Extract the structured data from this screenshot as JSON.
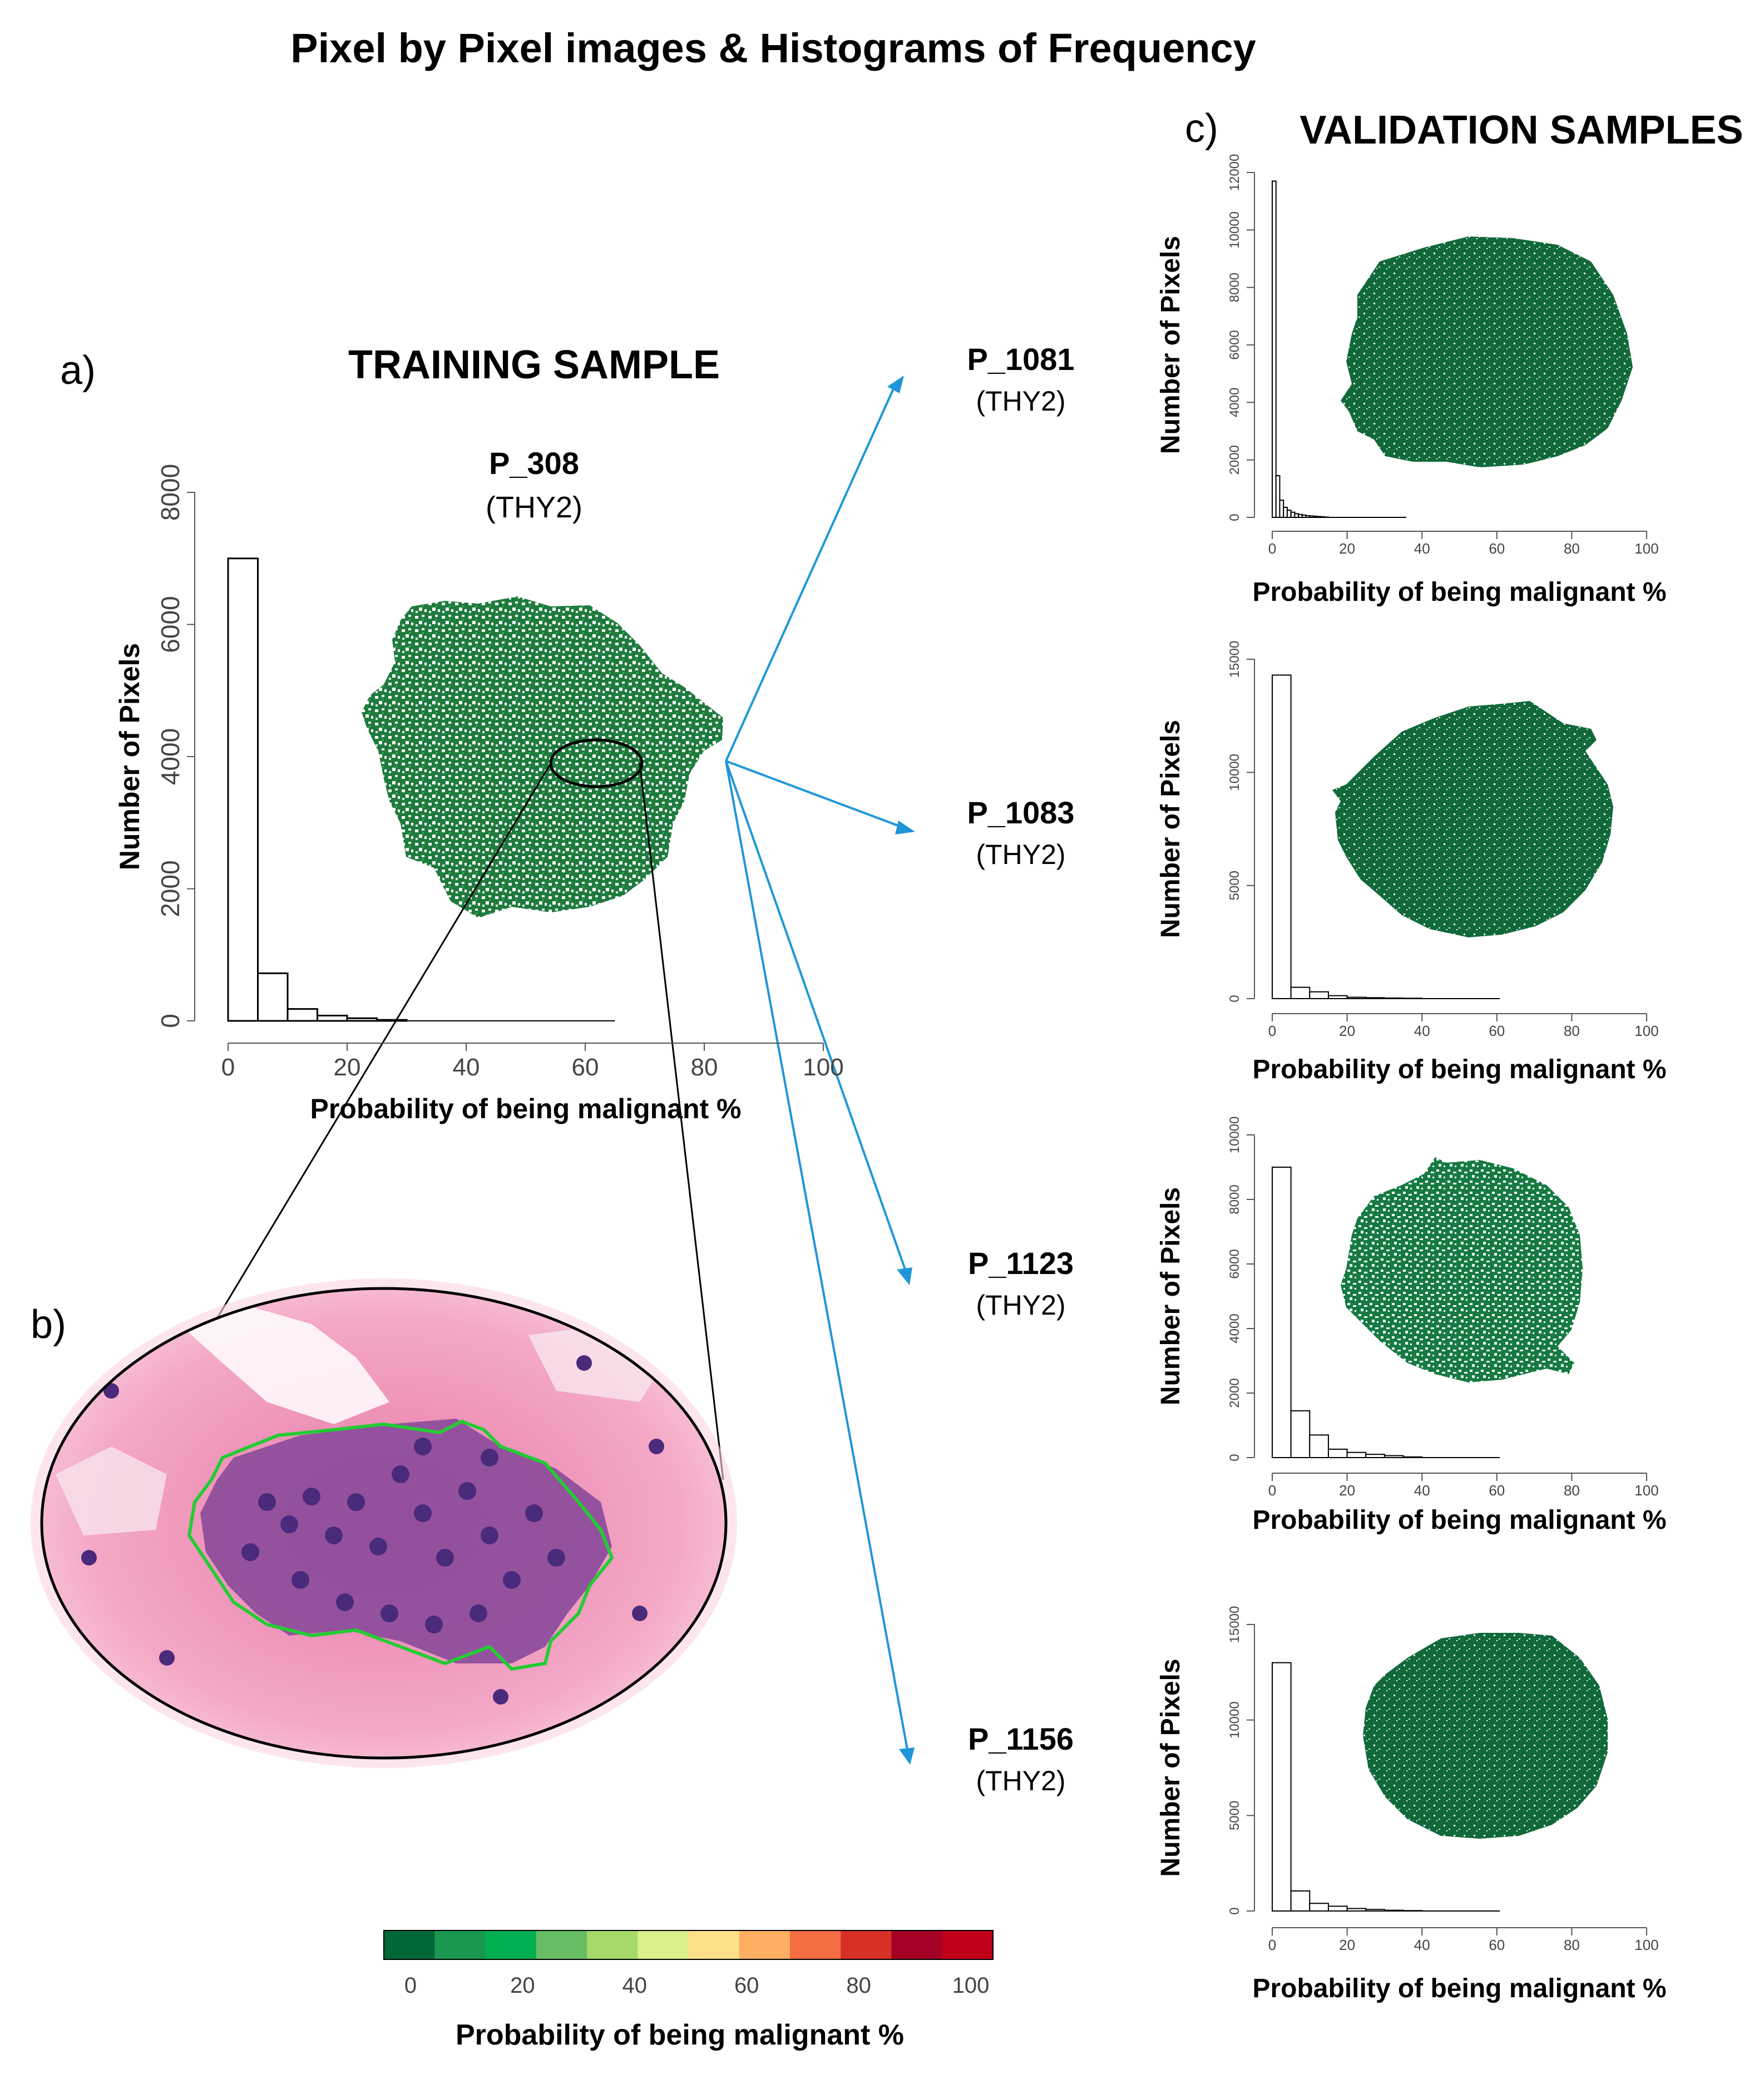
{
  "title": "Pixel by Pixel images & Histograms of Frequency",
  "panel_labels": {
    "a": "a)",
    "b": "b)",
    "c": "c)"
  },
  "section_titles": {
    "training": "TRAINING SAMPLE",
    "validation": "VALIDATION SAMPLES"
  },
  "training_sample": {
    "id": "P_308",
    "class": "(THY2)"
  },
  "validation_samples": [
    {
      "id": "P_1081",
      "class": "(THY2)"
    },
    {
      "id": "P_1083",
      "class": "(THY2)"
    },
    {
      "id": "P_1123",
      "class": "(THY2)"
    },
    {
      "id": "P_1156",
      "class": "(THY2)"
    }
  ],
  "colors": {
    "pixel_green": "#1f7a3e",
    "pixel_dark_green": "#0f6332",
    "arrow_blue": "#1e96d8",
    "outline_green": "#22cc33",
    "stain_pink": "#f0a0c0",
    "cell_purple": "#5b3a8a"
  },
  "colorbar": {
    "colors": [
      "#006837",
      "#1a9850",
      "#00b050",
      "#66bd63",
      "#a6d96a",
      "#d9ef8b",
      "#fee08b",
      "#fdae61",
      "#f46d43",
      "#d73027",
      "#a50026",
      "#c0001a"
    ],
    "ticks": [
      0,
      20,
      40,
      60,
      80,
      100
    ],
    "label": "Probability of being malignant %"
  },
  "chart_data": [
    {
      "type": "bar",
      "name": "P_308",
      "xlabel": "Probability of being malignant %",
      "ylabel": "Number of Pixels",
      "xlim": [
        0,
        100
      ],
      "ylim": [
        0,
        8000
      ],
      "xticks": [
        0,
        20,
        40,
        60,
        80,
        100
      ],
      "yticks": [
        0,
        2000,
        4000,
        6000,
        8000
      ],
      "bin_width": 5,
      "bins": [
        0,
        5,
        10,
        15,
        20,
        25
      ],
      "values": [
        7000,
        720,
        180,
        80,
        40,
        15
      ],
      "grid": false
    },
    {
      "type": "bar",
      "name": "P_1081",
      "xlabel": "Probability of being malignant %",
      "ylabel": "Number of Pixels",
      "xlim": [
        0,
        100
      ],
      "ylim": [
        0,
        12000
      ],
      "xticks": [
        0,
        20,
        40,
        60,
        80,
        100
      ],
      "yticks": [
        0,
        2000,
        4000,
        6000,
        8000,
        10000,
        12000
      ],
      "bin_width": 1,
      "bins": [
        0,
        1,
        2,
        3,
        4,
        5,
        6,
        7,
        8,
        9,
        10,
        11,
        12,
        13,
        14
      ],
      "values": [
        11700,
        1450,
        600,
        350,
        250,
        180,
        130,
        100,
        80,
        60,
        50,
        40,
        30,
        20,
        10
      ],
      "grid": false
    },
    {
      "type": "bar",
      "name": "P_1083",
      "xlabel": "Probability of being malignant %",
      "ylabel": "Number of Pixels",
      "xlim": [
        0,
        100
      ],
      "ylim": [
        0,
        15000
      ],
      "xticks": [
        0,
        20,
        40,
        60,
        80,
        100
      ],
      "yticks": [
        0,
        5000,
        10000,
        15000
      ],
      "bin_width": 5,
      "bins": [
        0,
        5,
        10,
        15,
        20,
        25,
        30,
        35
      ],
      "values": [
        14300,
        500,
        300,
        130,
        60,
        40,
        25,
        15
      ],
      "grid": false
    },
    {
      "type": "bar",
      "name": "P_1123",
      "xlabel": "Probability of being malignant %",
      "ylabel": "Number of Pixels",
      "xlim": [
        0,
        100
      ],
      "ylim": [
        0,
        10000
      ],
      "xticks": [
        0,
        20,
        40,
        60,
        80,
        100
      ],
      "yticks": [
        0,
        2000,
        4000,
        6000,
        8000,
        10000
      ],
      "bin_width": 5,
      "bins": [
        0,
        5,
        10,
        15,
        20,
        25,
        30,
        35
      ],
      "values": [
        9000,
        1450,
        700,
        260,
        160,
        100,
        60,
        20
      ],
      "grid": false
    },
    {
      "type": "bar",
      "name": "P_1156",
      "xlabel": "Probability of being malignant %",
      "ylabel": "Number of Pixels",
      "xlim": [
        0,
        100
      ],
      "ylim": [
        0,
        15000
      ],
      "xticks": [
        0,
        20,
        40,
        60,
        80,
        100
      ],
      "yticks": [
        0,
        5000,
        10000,
        15000
      ],
      "bin_width": 5,
      "bins": [
        0,
        5,
        10,
        15,
        20,
        25,
        30,
        35
      ],
      "values": [
        13000,
        1050,
        400,
        250,
        130,
        80,
        40,
        20
      ],
      "grid": false
    }
  ]
}
